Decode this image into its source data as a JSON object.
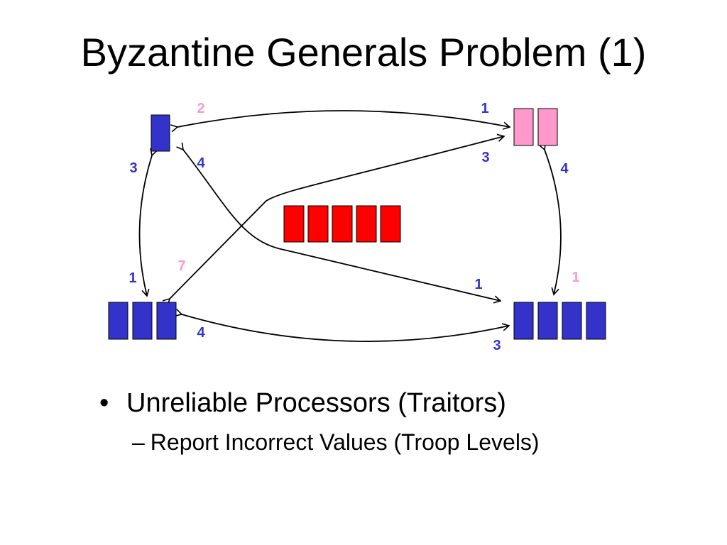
{
  "title": "Byzantine Generals Problem (1)",
  "colors": {
    "loyal": "#3333cc",
    "traitor": "#ff99cc",
    "center": "#ff0000",
    "outline": "#000000"
  },
  "nodes": [
    {
      "id": "top-left",
      "troops": 1,
      "role": "loyal"
    },
    {
      "id": "top-right",
      "troops": 2,
      "role": "traitor"
    },
    {
      "id": "center",
      "troops": 5,
      "role": "center"
    },
    {
      "id": "bottom-left",
      "troops": 3,
      "role": "loyal"
    },
    {
      "id": "bottom-right",
      "troops": 4,
      "role": "loyal"
    }
  ],
  "edge_labels": [
    {
      "text": "2",
      "role": "traitor"
    },
    {
      "text": "1",
      "role": "loyal"
    },
    {
      "text": "3",
      "role": "loyal"
    },
    {
      "text": "4",
      "role": "loyal"
    },
    {
      "text": "3",
      "role": "loyal"
    },
    {
      "text": "4",
      "role": "loyal"
    },
    {
      "text": "7",
      "role": "traitor"
    },
    {
      "text": "1",
      "role": "loyal"
    },
    {
      "text": "1",
      "role": "loyal"
    },
    {
      "text": "1",
      "role": "traitor"
    },
    {
      "text": "4",
      "role": "loyal"
    },
    {
      "text": "3",
      "role": "loyal"
    }
  ],
  "bullets": {
    "main": "Unreliable Processors (Traitors)",
    "main_marker": "•",
    "sub": "Report Incorrect Values (Troop Levels)",
    "sub_marker": "–"
  }
}
